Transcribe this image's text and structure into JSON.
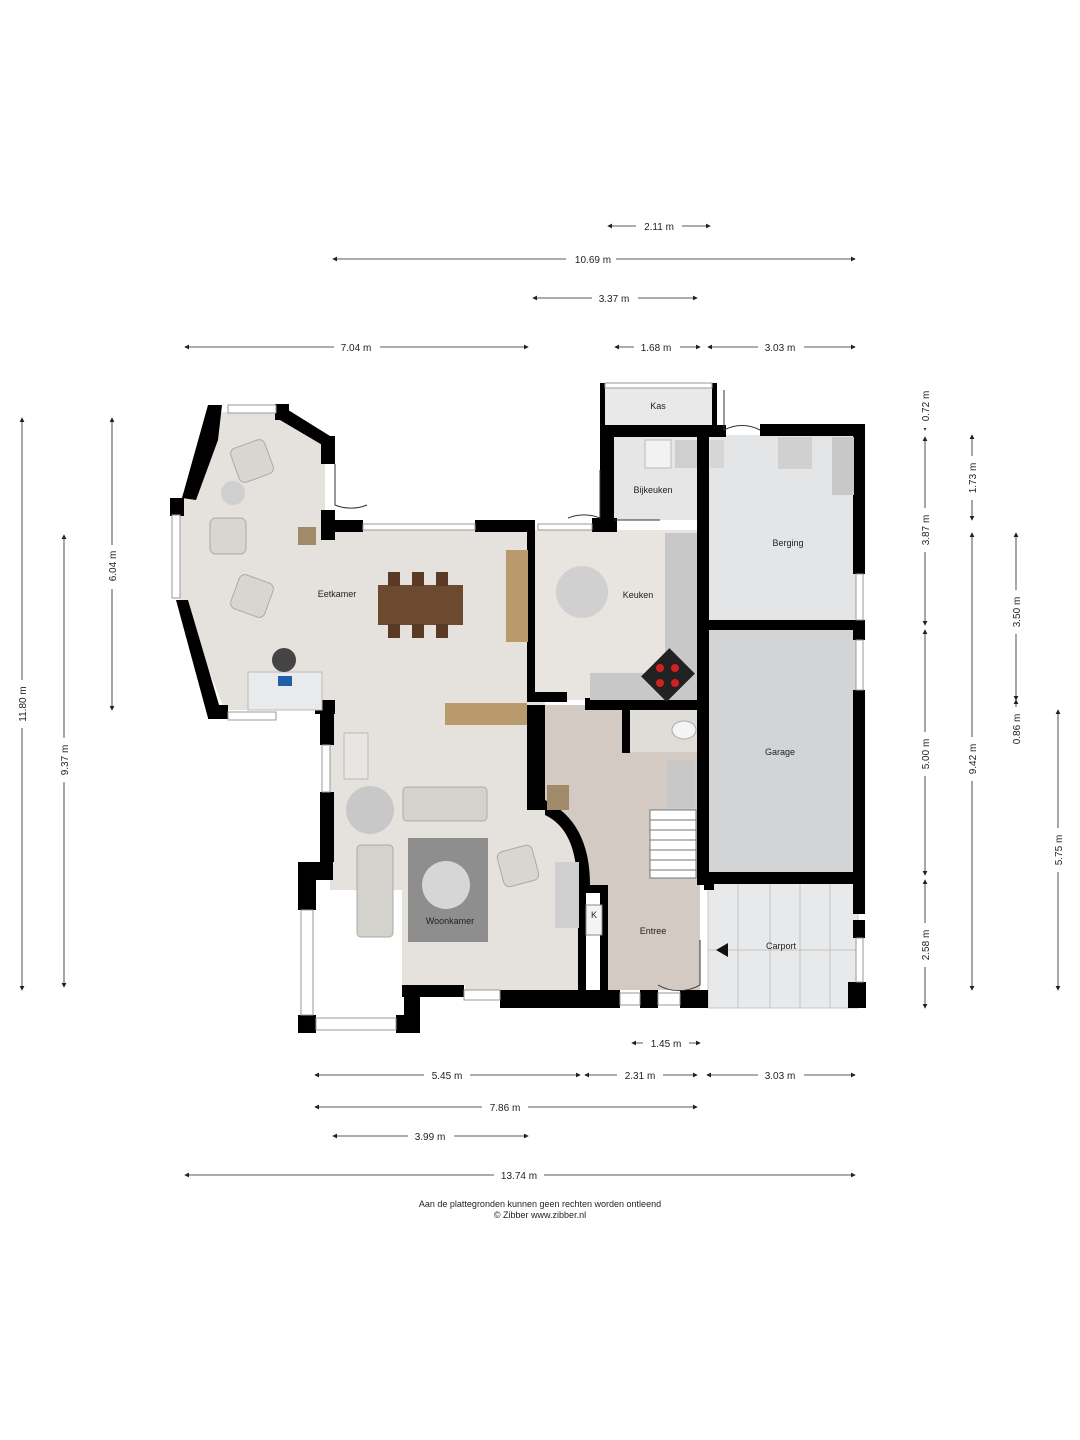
{
  "rooms": {
    "kas": "Kas",
    "bijkeuken": "Bijkeuken",
    "berging": "Berging",
    "eetkamer": "Eetkamer",
    "keuken": "Keuken",
    "garage": "Garage",
    "woonkamer": "Woonkamer",
    "entree": "Entree",
    "carport": "Carport",
    "k": "K"
  },
  "dimensions": {
    "top": {
      "d1": "2.11 m",
      "d2": "10.69 m",
      "d3": "3.37 m",
      "d4": "7.04 m",
      "d5": "1.68 m",
      "d6": "3.03 m"
    },
    "left": {
      "d1": "11.80 m",
      "d2": "6.04 m",
      "d3": "9.37 m"
    },
    "right": {
      "d1": "0.72 m",
      "d2": "1.73 m",
      "d3": "3.87 m",
      "d4": "3.50 m",
      "d5": "0.86 m",
      "d6": "5.00 m",
      "d7": "9.42 m",
      "d8": "5.75 m",
      "d9": "2.58 m"
    },
    "bottom": {
      "d1": "1.45 m",
      "d2": "5.45 m",
      "d3": "2.31 m",
      "d4": "3.03 m",
      "d5": "7.86 m",
      "d6": "3.99 m",
      "d7": "13.74 m"
    }
  },
  "footer": {
    "line1": "Aan de plattegronden kunnen geen rechten worden ontleend",
    "line2": "© Zibber www.zibber.nl"
  },
  "colors": {
    "wall": "#000000",
    "living_floor": "#e5e1dd",
    "entree_floor": "#d2cac3",
    "garage_floor": "#d3d4d5",
    "berging_floor": "#e4e5e6",
    "carport_floor": "#e8e9ea",
    "table_wood": "#6b4a30",
    "rug": "#8e8e8e"
  }
}
